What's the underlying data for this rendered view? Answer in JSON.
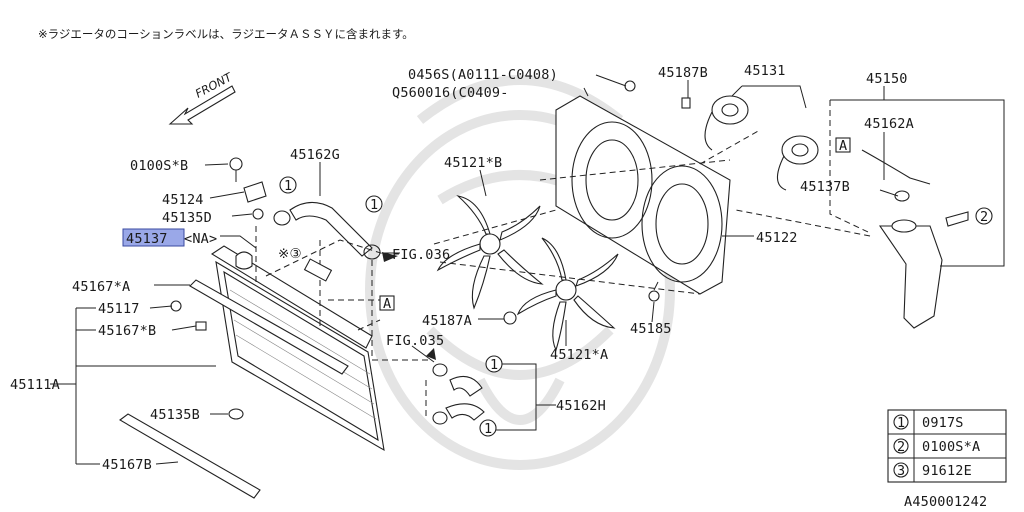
{
  "note_text": "※ラジエータのコーションラベルは、ラジエータＡＳＳＹに含まれます。",
  "front_label": "FRONT",
  "diagram_id": "A450001242",
  "highlighted_part": "45137",
  "labels": {
    "p0456s": "0456S(A0111-C0408)",
    "q560016": "Q560016(C0409-",
    "p45187b": "45187B",
    "p45131": "45131",
    "p45150": "45150",
    "p45162a": "45162A",
    "p45137b": "45137B",
    "p0100sb": "0100S*B",
    "p45162g": "45162G",
    "p45121b": "45121*B",
    "p45124": "45124",
    "p45135d": "45135D",
    "p45137na_code": "45137",
    "p45137na_suffix": "<NA>",
    "ref3": "※③",
    "fig036": "FIG.036",
    "p45122": "45122",
    "p45167a": "45167*A",
    "p45117": "45117",
    "p45167b_star": "45167*B",
    "p45187a": "45187A",
    "p45185": "45185",
    "fig035": "FIG.035",
    "p45121a": "45121*A",
    "p45111a": "45111A",
    "p45162h": "45162H",
    "p45135b": "45135B",
    "p45167b": "45167B",
    "box_a": "A",
    "circle1": "1",
    "circle2": "2",
    "circle3": "3"
  },
  "legend": [
    {
      "num": "1",
      "part": "0917S"
    },
    {
      "num": "2",
      "part": "0100S*A"
    },
    {
      "num": "3",
      "part": "91612E"
    }
  ]
}
